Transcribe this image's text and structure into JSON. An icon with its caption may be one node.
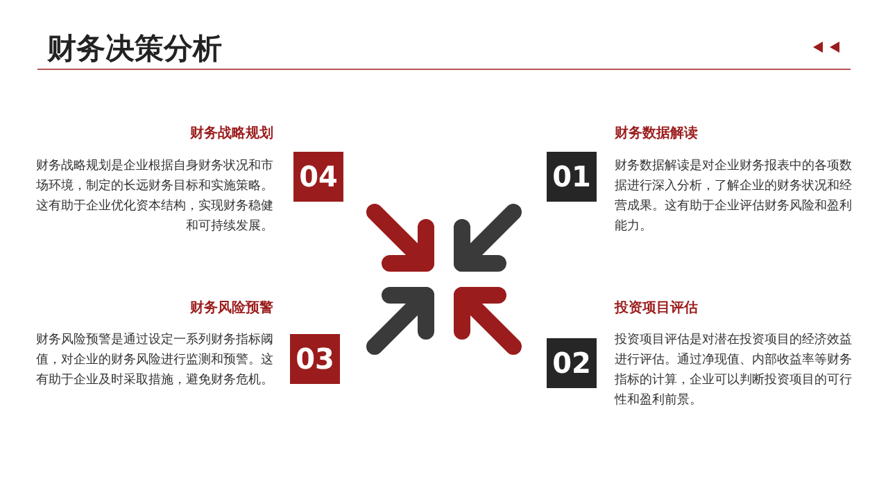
{
  "diagram": {
    "title": "财务决策分析",
    "nodes": [
      {
        "text": [
          "04"
        ],
        "beside": [
          "财务战略规划",
          "财务战略规划是企业根据自身财务状况和市场环境，制定的长远财务目标和实施策略。这有助于企业优化资本结构，实现财务稳健和可持续发展。"
        ]
      },
      {
        "text": [
          "01"
        ],
        "beside": [
          "财务数据解读",
          "财务数据解读是对企业财务报表中的各项数据进行深入分析，了解企业的财务状况和经营成果。这有助于企业评估财务风险和盈利能力。"
        ]
      },
      {
        "text": [
          "03"
        ],
        "beside": [
          "财务风险预警",
          "财务风险预警是通过设定一系列财务指标阈值，对企业的财务风险进行监测和预警。这有助于企业及时采取措施，避免财务危机。"
        ]
      },
      {
        "text": [
          "02"
        ],
        "beside": [
          "投资项目评估",
          "投资项目评估是对潜在投资项目的经济效益进行评估。通过净现值、内部收益率等财务指标的计算，企业可以判断投资项目的可行性和盈利前景。"
        ]
      }
    ],
    "edges": []
  }
}
